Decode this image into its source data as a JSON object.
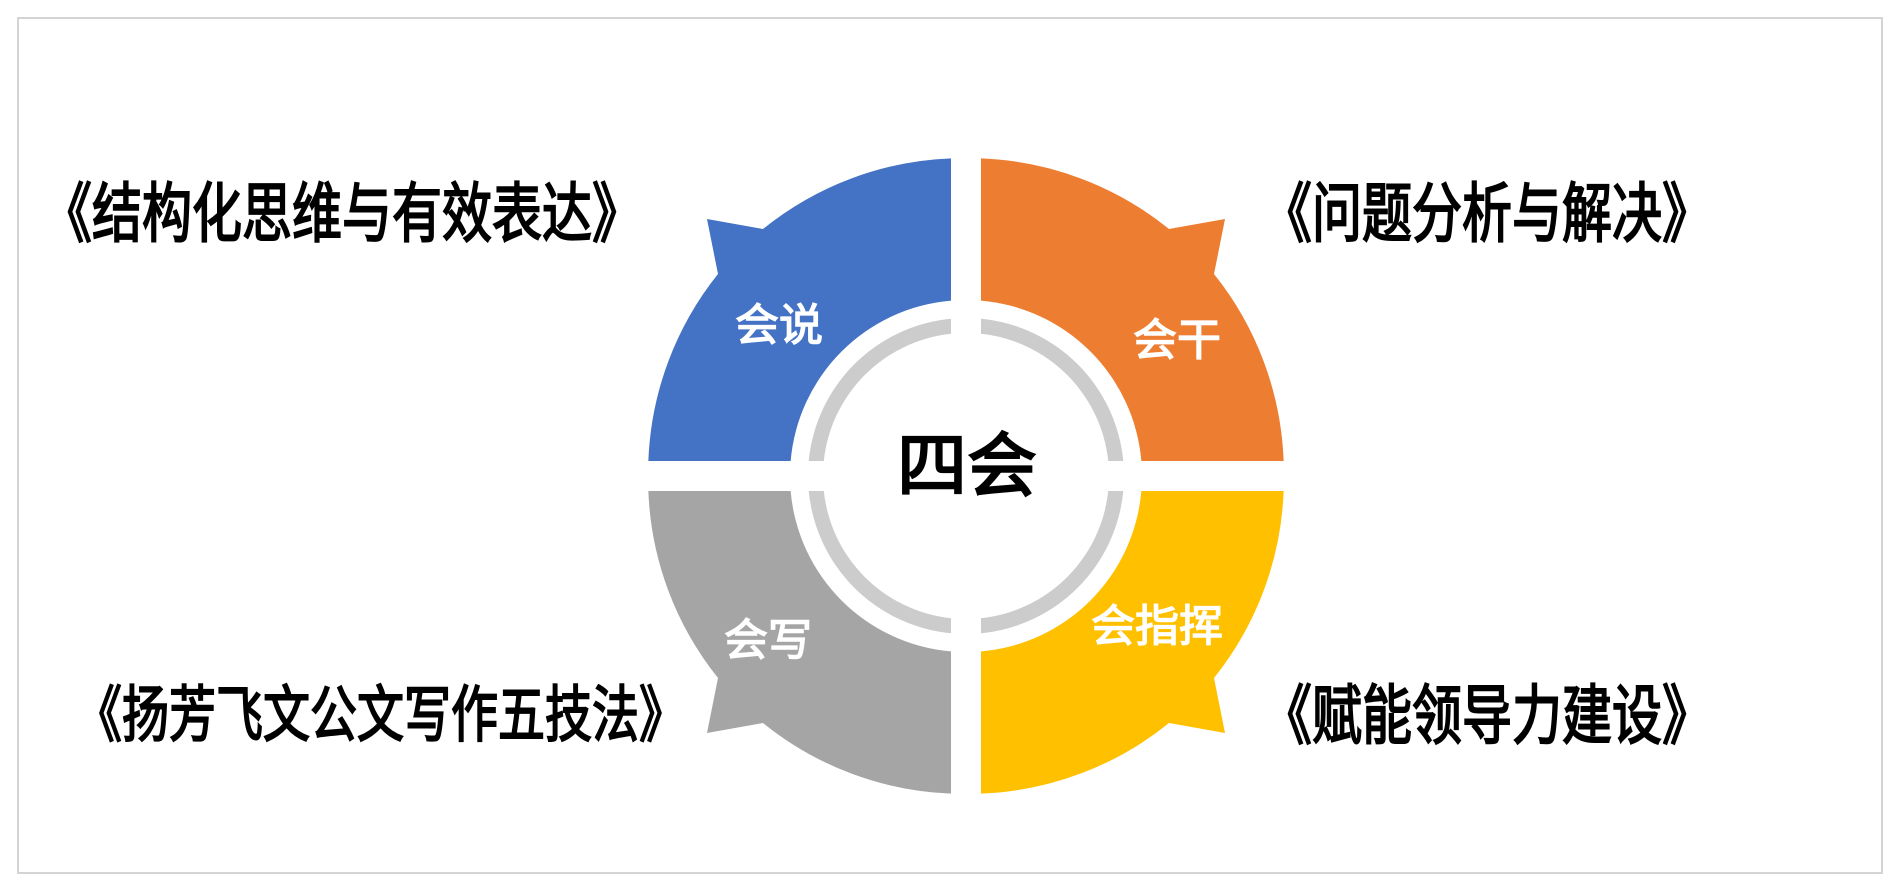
{
  "center_label": "四会",
  "quadrants": [
    {
      "label": "会说",
      "book": "《结构化思维与有效表达》",
      "color": "#4472C4"
    },
    {
      "label": "会干",
      "book": "《问题分析与解决》",
      "color": "#ED7D31"
    },
    {
      "label": "会写",
      "book": "《扬芳飞文公文写作五技法》",
      "color": "#A5A5A5"
    },
    {
      "label": "会指挥",
      "book": "《赋能领导力建设》",
      "color": "#FFC000"
    }
  ],
  "ring_color": "#CCCCCC"
}
